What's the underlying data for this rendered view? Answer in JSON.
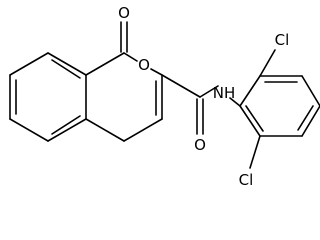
{
  "molecule": {
    "atom_labels": {
      "carbonyl_oxygen_top": "O",
      "ring_oxygen": "O",
      "amide_oxygen": "O",
      "amide_nitrogen": "NH",
      "chlorine_top": "Cl",
      "chlorine_bottom": "Cl"
    },
    "colors": {
      "bond": "#000000",
      "text": "#000000",
      "background": "#ffffff"
    }
  }
}
